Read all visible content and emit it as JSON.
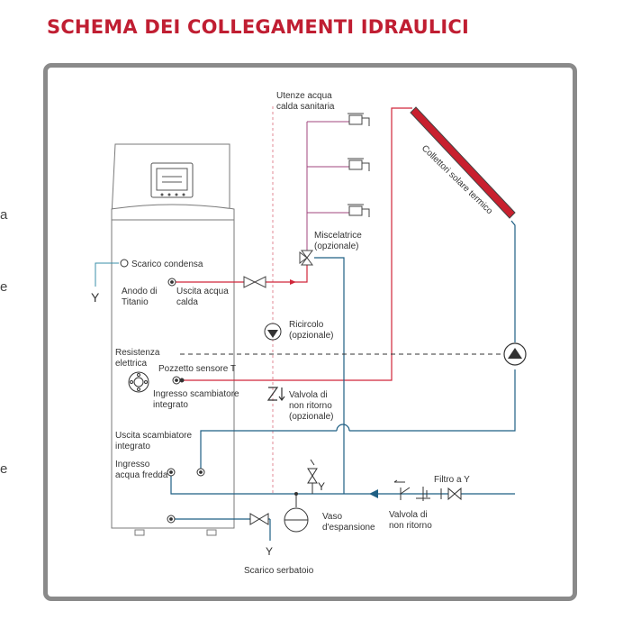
{
  "title": "SCHEMA DEI COLLEGAMENTI IDRAULICI",
  "edge_fragments": [
    "a",
    "e",
    "e"
  ],
  "colors": {
    "title": "#c01e32",
    "frame": "#8a8a8a",
    "hot_line": "#d0263a",
    "cold_line": "#1f5f84",
    "recirc_line": "#a0447e",
    "dashed_line": "#e08a96",
    "collector": "#c8202e"
  },
  "labels": {
    "utenze": [
      "Utenze acqua",
      "calda sanitaria"
    ],
    "collettori": "Collettori solare termico",
    "miscelatrice": [
      "Miscelatrice",
      "(opzionale)"
    ],
    "scarico_condensa": "Scarico condensa",
    "anodo": [
      "Anodo di",
      "Titanio"
    ],
    "uscita_acqua_calda": [
      "Uscita acqua",
      "calda"
    ],
    "ricircolo": [
      "Ricircolo",
      "(opzionale)"
    ],
    "resistenza": [
      "Resistenza",
      "elettrica"
    ],
    "pozzetto": "Pozzetto sensore T",
    "ingresso_scambiatore": [
      "Ingresso scambiatore",
      "integrato"
    ],
    "valvola_non_ritorno_opz": [
      "Valvola di",
      "non ritorno",
      "(opzionale)"
    ],
    "uscita_scambiatore": [
      "Uscita scambiatore",
      "integrato"
    ],
    "ingresso_acqua_fredda": [
      "Ingresso",
      "acqua fredda"
    ],
    "filtro": "Filtro a Y",
    "vaso": [
      "Vaso",
      "d'espansione"
    ],
    "valvola_non_ritorno": [
      "Valvola di",
      "non ritorno"
    ],
    "scarico_serbatoio": "Scarico serbatoio"
  }
}
